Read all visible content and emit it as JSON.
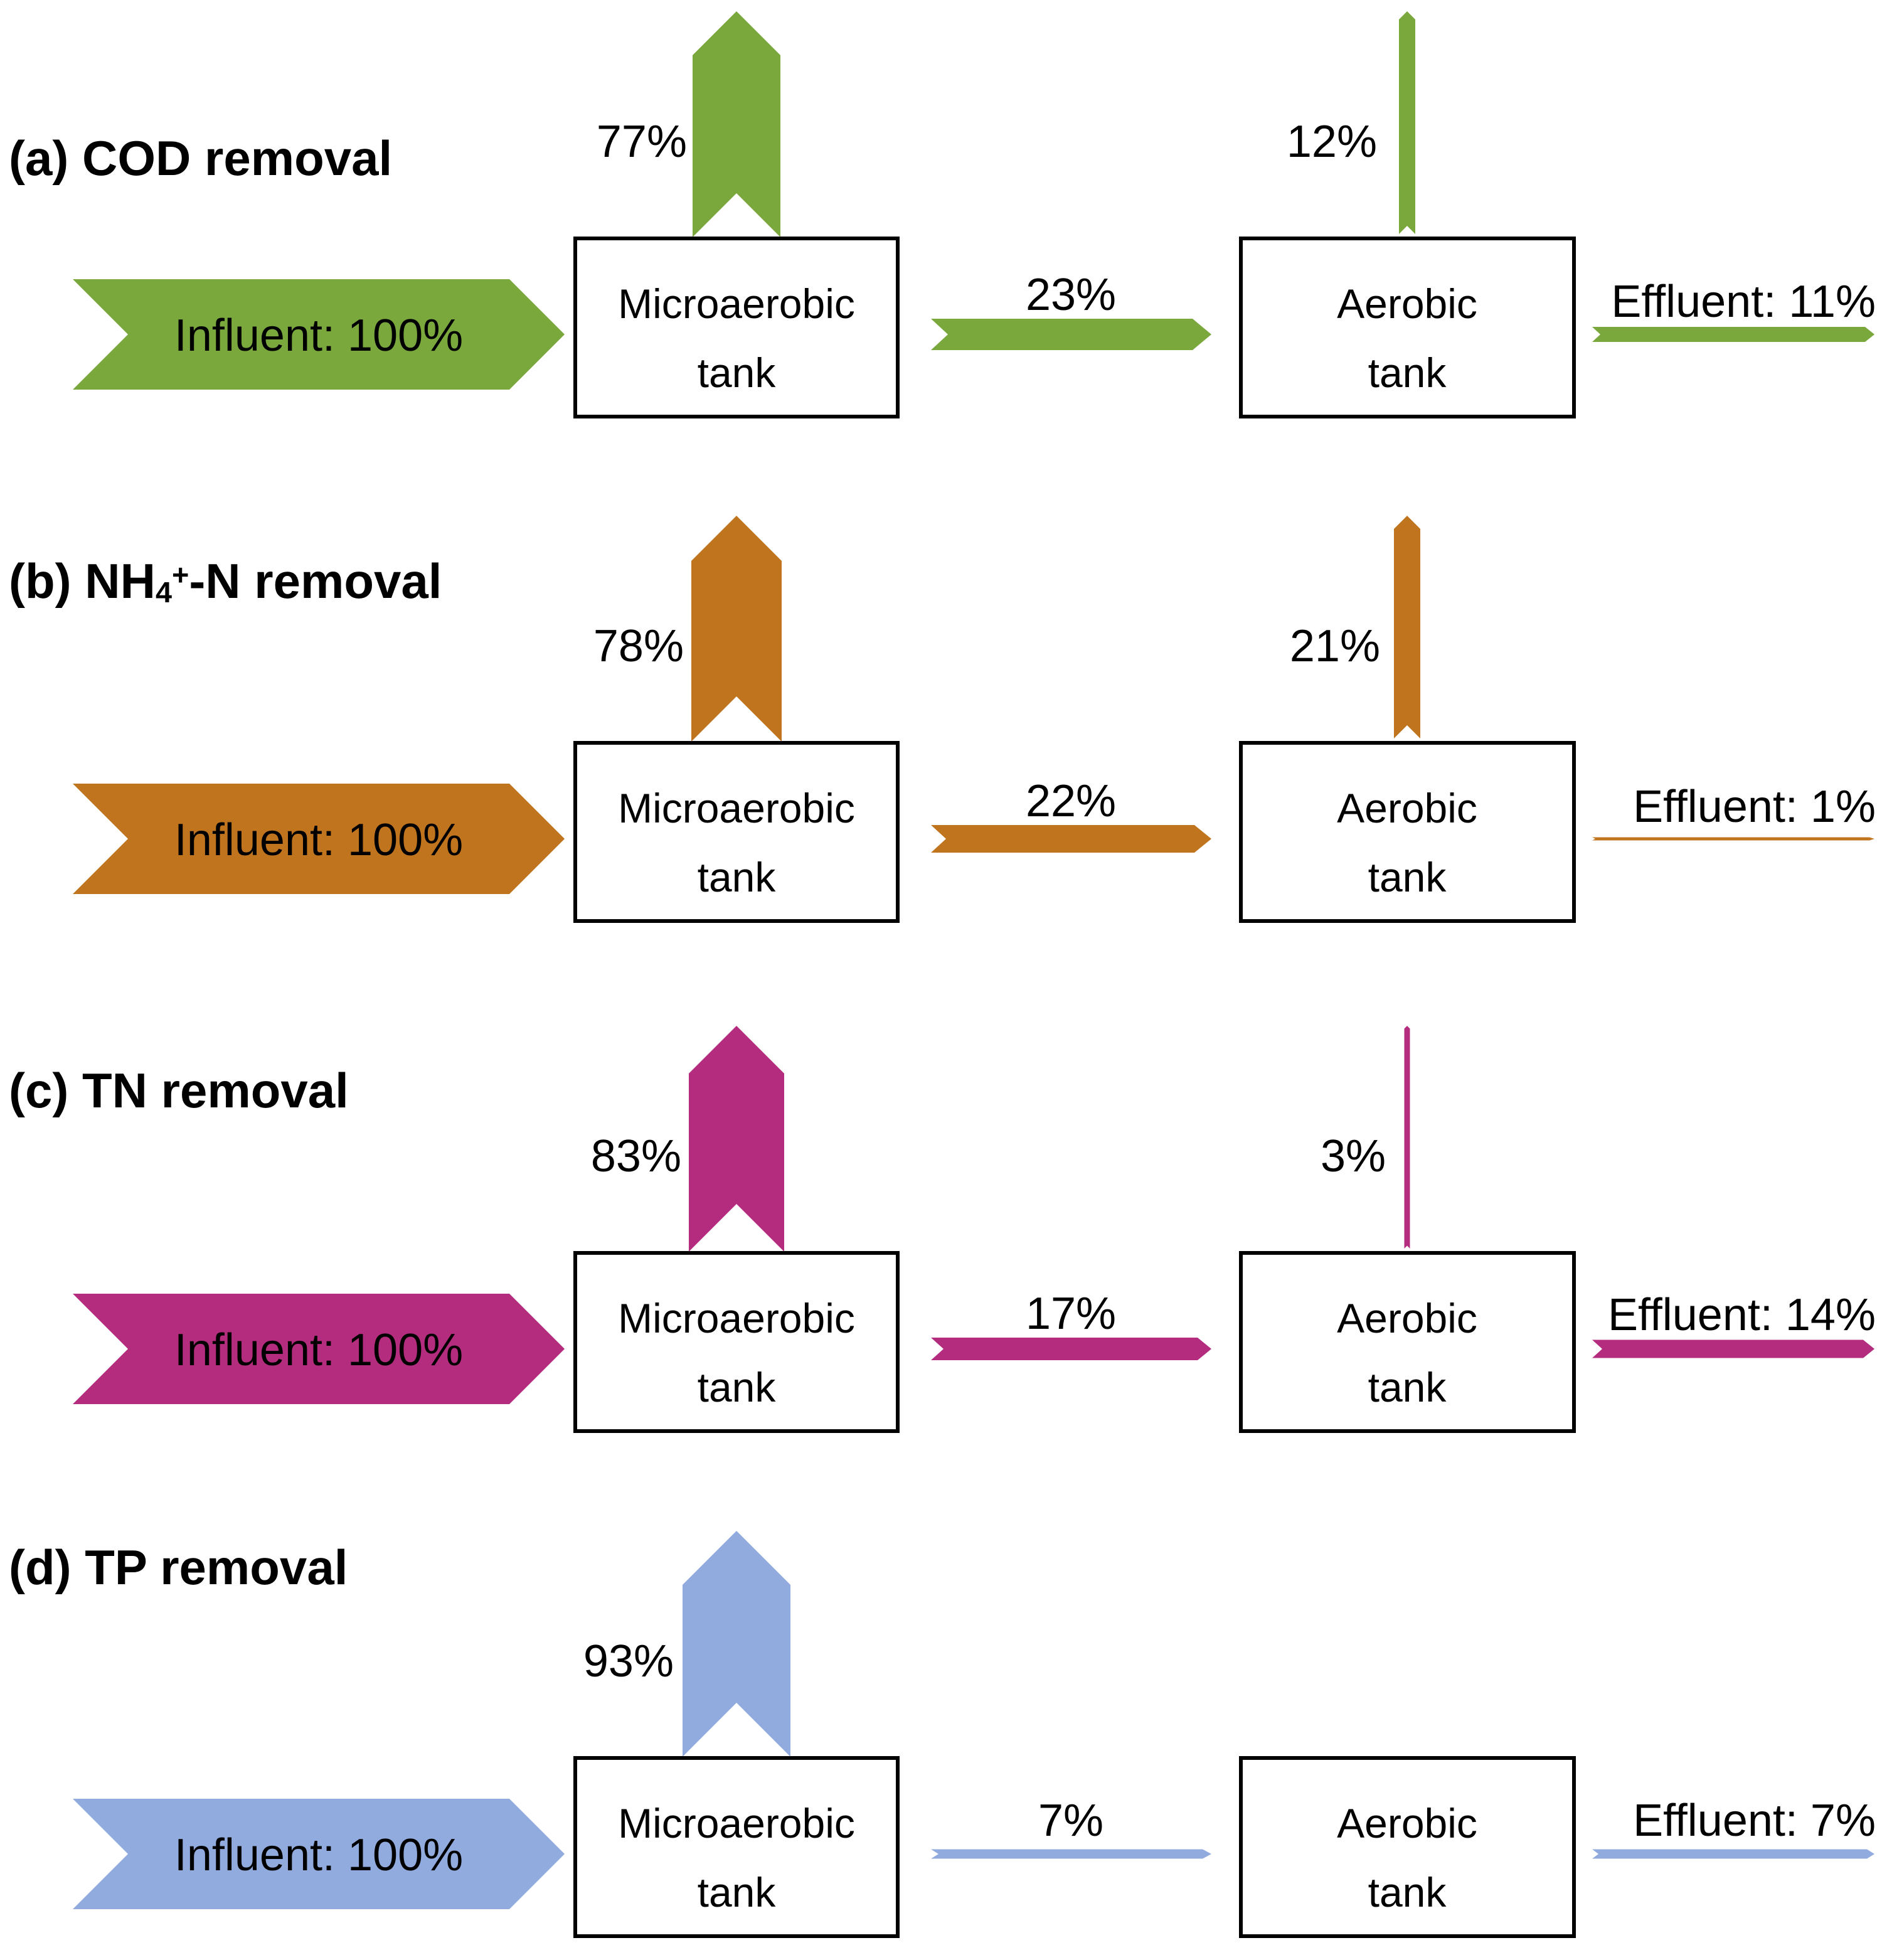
{
  "panels": [
    {
      "id": "a",
      "title": {
        "pre": "(a) COD removal"
      },
      "color": "#7AA83D",
      "influent": "Influent: 100%",
      "micro_tank": [
        "Microaerobic",
        "tank"
      ],
      "aero_tank": [
        "Aerobic",
        "tank"
      ],
      "micro_removal": "77%",
      "to_aerobic": "23%",
      "aero_removal": "12%",
      "effluent": "Effluent: 11%"
    },
    {
      "id": "b",
      "title": {
        "pre": "(b) NH",
        "sub": "4",
        "sup": "+",
        "post": "-N removal"
      },
      "color": "#C0741E",
      "influent": "Influent: 100%",
      "micro_tank": [
        "Microaerobic",
        "tank"
      ],
      "aero_tank": [
        "Aerobic",
        "tank"
      ],
      "micro_removal": "78%",
      "to_aerobic": "22%",
      "aero_removal": "21%",
      "effluent": "Effluent: 1%"
    },
    {
      "id": "c",
      "title": {
        "pre": "(c) TN removal"
      },
      "color": "#B32C7E",
      "influent": "Influent: 100%",
      "micro_tank": [
        "Microaerobic",
        "tank"
      ],
      "aero_tank": [
        "Aerobic",
        "tank"
      ],
      "micro_removal": "83%",
      "to_aerobic": "17%",
      "aero_removal": "3%",
      "effluent": "Effluent: 14%"
    },
    {
      "id": "d",
      "title": {
        "pre": "(d) TP removal"
      },
      "color": "#92ABDE",
      "influent": "Influent: 100%",
      "micro_tank": [
        "Microaerobic",
        "tank"
      ],
      "aero_tank": [
        "Aerobic",
        "tank"
      ],
      "micro_removal": "93%",
      "to_aerobic": "7%",
      "effluent": "Effluent: 7%"
    }
  ]
}
